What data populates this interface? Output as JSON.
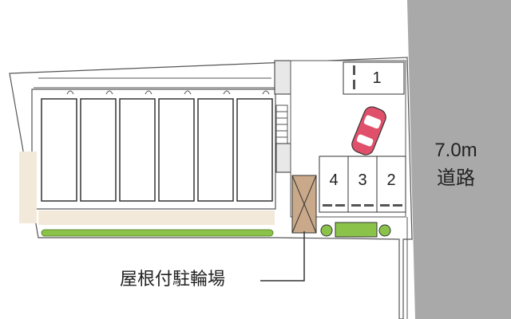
{
  "road": {
    "width_label": "7.0m",
    "name": "道路"
  },
  "parking": {
    "spaces": [
      {
        "number": "1"
      },
      {
        "number": "2"
      },
      {
        "number": "3"
      },
      {
        "number": "4"
      }
    ]
  },
  "facilities": {
    "bicycle_parking_label": "屋根付駐輪場"
  },
  "colors": {
    "road": "#a9a9a9",
    "shrub": "#8bc34a",
    "car": "#e0506a",
    "bike_shed": "#c9a98a",
    "path": "#f3e9da"
  },
  "building": {
    "unit_count": 6
  }
}
